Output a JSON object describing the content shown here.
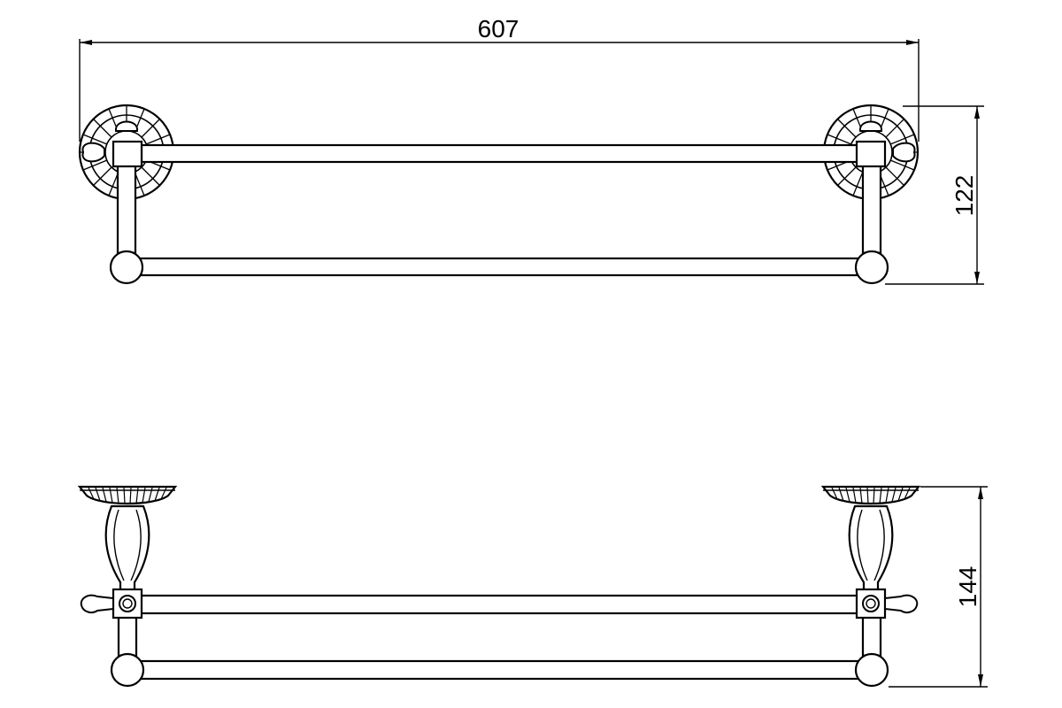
{
  "drawing": {
    "dimensions": {
      "width": "607",
      "height_front": "122",
      "depth_side": "144"
    },
    "colors": {
      "line": "#000000",
      "background": "#ffffff"
    }
  }
}
